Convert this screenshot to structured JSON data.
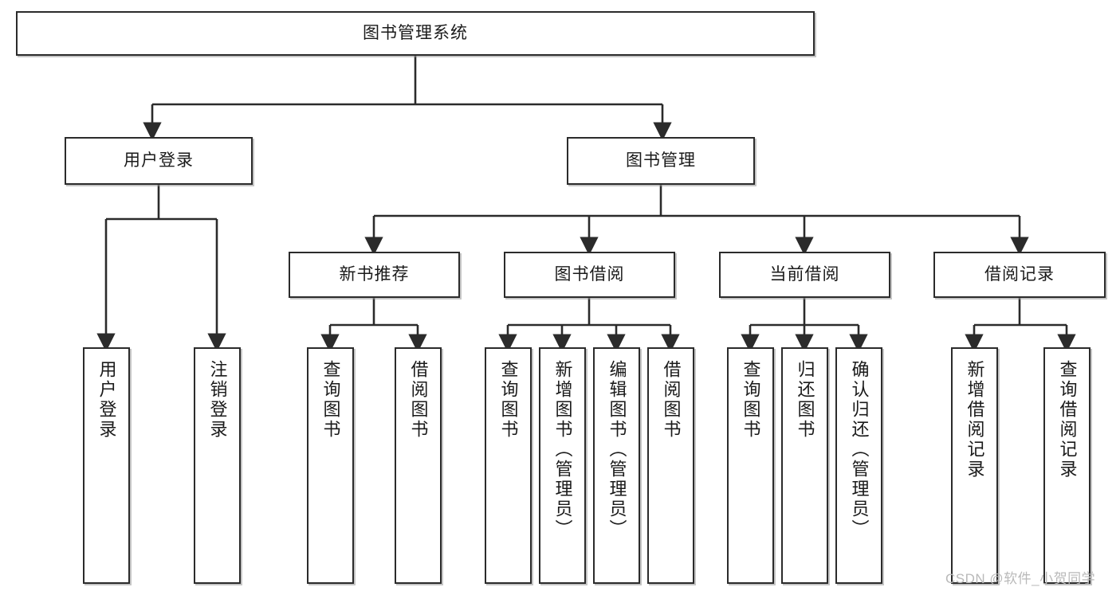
{
  "diagram": {
    "title": "图书管理系统",
    "type": "tree-hierarchy-chart",
    "watermark": "CSDN @软件_小贺同学",
    "colors": {
      "box_border": "#2b2b2b",
      "box_fill": "#ffffff",
      "connector": "#2b2b2b",
      "watermark": "#b9b9b9"
    },
    "root": {
      "label": "图书管理系统"
    },
    "level2": [
      {
        "id": "user-login",
        "label": "用户登录"
      },
      {
        "id": "book-manage",
        "label": "图书管理"
      }
    ],
    "level3": [
      {
        "id": "new-book-recommend",
        "label": "新书推荐"
      },
      {
        "id": "book-borrow",
        "label": "图书借阅"
      },
      {
        "id": "current-borrow",
        "label": "当前借阅"
      },
      {
        "id": "borrow-record",
        "label": "借阅记录"
      }
    ],
    "leaves": {
      "user_login": [
        {
          "id": "leaf-user-login",
          "label": "用户登录"
        },
        {
          "id": "leaf-logout-login",
          "label": "注销登录"
        }
      ],
      "new_book_recommend": [
        {
          "id": "leaf-query-book-1",
          "label": "查询图书"
        },
        {
          "id": "leaf-borrow-book-1",
          "label": "借阅图书"
        }
      ],
      "book_borrow": [
        {
          "id": "leaf-query-book-2",
          "label": "查询图书"
        },
        {
          "id": "leaf-add-book",
          "label": "新增图书（管理员）"
        },
        {
          "id": "leaf-edit-book",
          "label": "编辑图书（管理员）"
        },
        {
          "id": "leaf-borrow-book-2",
          "label": "借阅图书"
        }
      ],
      "current_borrow": [
        {
          "id": "leaf-query-book-3",
          "label": "查询图书"
        },
        {
          "id": "leaf-return-book",
          "label": "归还图书"
        },
        {
          "id": "leaf-confirm-return",
          "label": "确认归还（管理员）"
        }
      ],
      "borrow_record": [
        {
          "id": "leaf-add-record",
          "label": "新增借阅记录"
        },
        {
          "id": "leaf-query-record",
          "label": "查询借阅记录"
        }
      ]
    }
  }
}
